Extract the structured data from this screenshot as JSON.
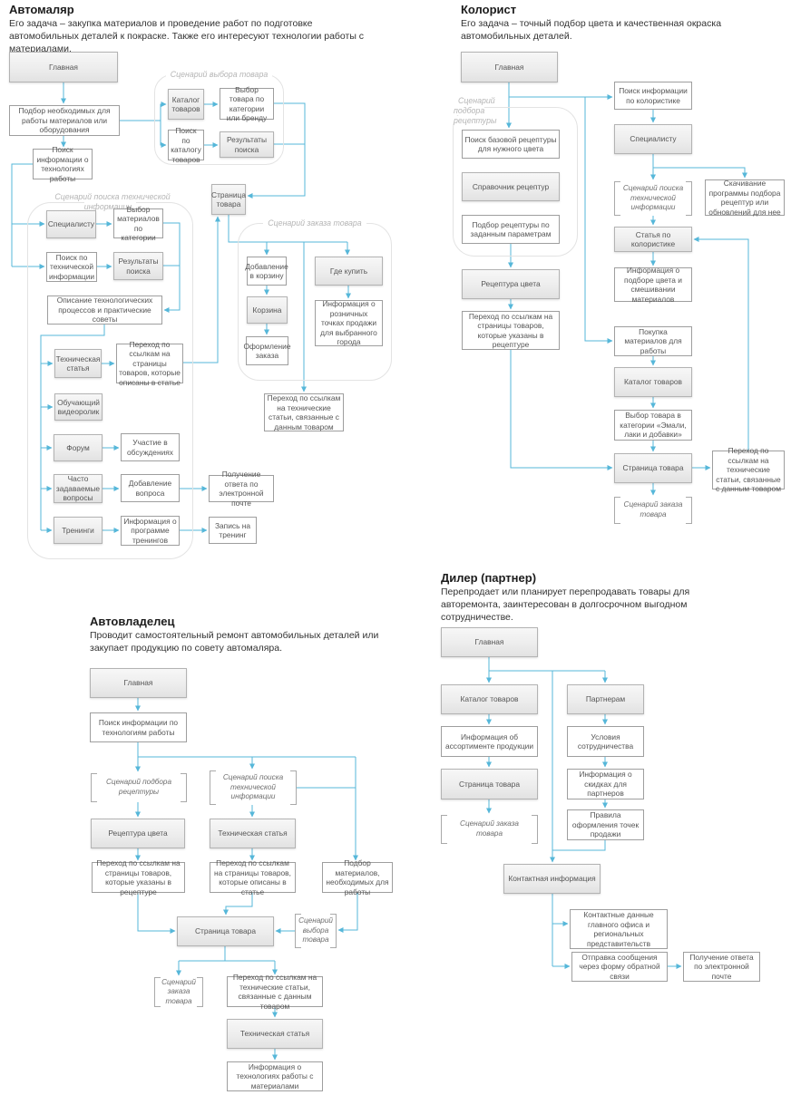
{
  "colors": {
    "arrow_line": "#56b7d9",
    "gray_node_top": "#f7f7f7",
    "gray_node_bottom": "#e2e2e2",
    "node_border": "#9e9e9e",
    "container_border": "#e3e3e3"
  },
  "personas": {
    "avtomalyar": {
      "title": "Автомаляр",
      "description": "Его задача – закупка материалов и проведение работ по подготовке автомобильных деталей к покраске. Также его интересуют технологии работы с материалами.",
      "scenarios": {
        "vybor_tovara": "Сценарий выбора товара",
        "poisk_tech_info": "Сценарий поиска технической информации",
        "zakaz_tovara": "Сценарий заказа товара"
      },
      "nodes": {
        "glavnaya": "Главная",
        "podbor_materialov": "Подбор необходимых для работы материалов или оборудования",
        "poisk_info_tech": "Поиск информации о технологиях работы",
        "katalog_tovarov": "Каталог товаров",
        "vybor_po_kategorii": "Выбор товара по категории или бренду",
        "poisk_po_katalogu": "Поиск по каталогу товаров",
        "rezultaty_poiska": "Результаты поиска",
        "stranitsa_tovara": "Страница товара",
        "spetsialistu": "Специалисту",
        "vybor_materialov_kategorii": "Выбор материалов по категории",
        "poisk_tech_info": "Поиск по технической информации",
        "rezultaty_poiska_tech": "Результаты поиска",
        "opisanie_processov": "Описание технологических процессов и практические советы",
        "tech_statya": "Техническая статья",
        "perehod_opisany_v_statye": "Переход по ссылкам на страницы товаров, которые описаны в статье",
        "obuchayushchiy_video": "Обучающий видеоролик",
        "forum": "Форум",
        "uchastie_obsuzhdeniya": "Участие в обсуждениях",
        "chasto_voprosy": "Часто задаваемые вопросы",
        "dobavlenie_voprosa": "Добавление вопроса",
        "otvet_email": "Получение ответа по электронной почте",
        "treningi": "Тренинги",
        "programma_treningov": "Информация о программе тренингов",
        "zapis_trening": "Запись на тренинг",
        "dobavlenie_v_korzinu": "Добавление в корзину",
        "korzina": "Корзина",
        "oformlenie_zakaza": "Оформление заказа",
        "gde_kupit": "Где купить",
        "roznichnye_tochki": "Информация о розничных точках продажи для выбранного города",
        "perehod_tech_stati": "Переход по ссылкам на технические статьи, связанные с данным товаром"
      }
    },
    "kolorist": {
      "title": "Колорист",
      "description": "Его задача – точный подбор цвета и качественная окраска автомобильных деталей.",
      "scenarios": {
        "podbor_receptury": "Сценарий подбора рецептуры"
      },
      "refs": {
        "poisk_tech_info": "Сценарий поиска технической информации",
        "zakaz_tovara": "Сценарий заказа товара"
      },
      "nodes": {
        "glavnaya": "Главная",
        "poisk_po_koloristike": "Поиск информации по колористике",
        "spetsialistu": "Специалисту",
        "poisk_bazovoy_receptury": "Поиск базовой рецептуры для нужного цвета",
        "spravochnik_receptur": "Справочник рецептур",
        "podbor_receptury": "Подбор рецептуры по заданным параметрам",
        "receptura_cveta": "Рецептура цвета",
        "perehod_ukazany_v_recepture": "Переход по ссылкам на страницы товаров, которые указаны в рецептуре",
        "skachivanie_programmy": "Скачивание программы подбора рецептур или обновлений для нее",
        "statya_po_koloristike": "Статья по колористике",
        "info_podbor_cveta": "Информация о подборе цвета и смешивании материалов",
        "pokupka_materialov": "Покупка материалов для работы",
        "katalog_tovarov": "Каталог товаров",
        "vybor_emali": "Выбор товара в категории «Эмали, лаки и добавки»",
        "stranitsa_tovara": "Страница товара",
        "perehod_tech_stati": "Переход по ссылкам на технические статьи, связанные с данным товаром"
      }
    },
    "avtovladelets": {
      "title": "Автовладелец",
      "description": "Проводит самостоятельный ремонт автомобильных деталей или закупает продукцию по совету автомаляра.",
      "refs": {
        "podbor_receptury": "Сценарий подбора рецептуры",
        "poisk_tech_info": "Сценарий поиска технической информации",
        "vybor_tovara": "Сценарий выбора товара",
        "zakaz_tovara": "Сценарий заказа товара"
      },
      "nodes": {
        "glavnaya": "Главная",
        "poisk_info_tech": "Поиск информации по технологиям работы",
        "receptura_cveta": "Рецептура цвета",
        "perehod_ukazany_v_recepture": "Переход по ссылкам на страницы товаров, которые указаны в рецептуре",
        "tech_statya": "Техническая статья",
        "perehod_opisany_v_statye": "Переход по ссылкам на страницы товаров, которые описаны в статье",
        "podbor_materialov": "Подбор материалов, необходимых для работы",
        "stranitsa_tovara": "Страница товара",
        "perehod_tech_stati": "Переход по ссылкам на технические статьи, связанные с данным товаром",
        "tech_statya2": "Техническая статья",
        "info_tech_raboty": "Информация о технологиях работы с материалами"
      }
    },
    "diler": {
      "title": "Дилер (партнер)",
      "description": "Перепродает или планирует перепродавать товары для авторемонта, заинтересован в долгосрочном выгодном сотрудничестве.",
      "refs": {
        "zakaz_tovara": "Сценарий заказа товара"
      },
      "nodes": {
        "glavnaya": "Главная",
        "katalog_tovarov": "Каталог товаров",
        "partneram": "Партнерам",
        "info_assortiment": "Информация об ассортименте продукции",
        "stranitsa_tovara": "Страница товара",
        "usloviya_sotrudnichestva": "Условия сотрудничества",
        "info_skidki": "Информация о скидках для партнеров",
        "pravila_oformleniya": "Правила оформления точек продажи",
        "kontaktnaya_info": "Контактная информация",
        "kontaktnye_dannye": "Контактные данные главного офиса и региональных представительств",
        "otpravka_soobshcheniya": "Отправка сообщения через форму обратной связи",
        "otvet_email": "Получение ответа по электронной почте"
      }
    }
  }
}
